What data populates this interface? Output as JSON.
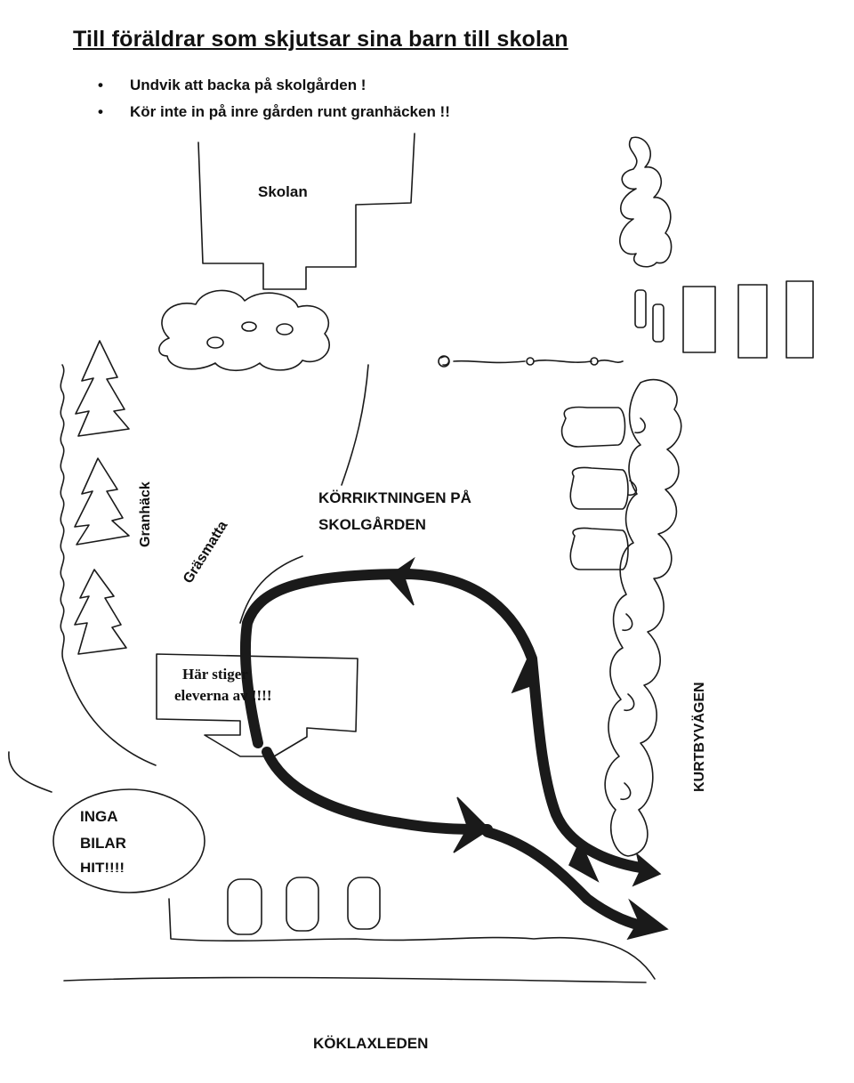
{
  "title": "Till föräldrar som skjutsar sina barn till skolan",
  "bullets": [
    "Undvik att backa på skolgården !",
    "Kör inte in på inre gården runt granhäcken !!"
  ],
  "labels": {
    "school": "Skolan",
    "hedge": "Granhäck",
    "lawn": "Gräsmatta",
    "direction_line1": "KÖRRIKTNINGEN PÅ",
    "direction_line2": "SKOLGÅRDEN",
    "dropoff_line1": "Här stiger",
    "dropoff_line2": "eleverna av  !!!!",
    "no_cars_line1": "INGA",
    "no_cars_line2": "BILAR",
    "no_cars_line3": "HIT!!!!",
    "road_east": "KURTBYVÄGEN",
    "road_south": "KÖKLAXLEDEN"
  }
}
